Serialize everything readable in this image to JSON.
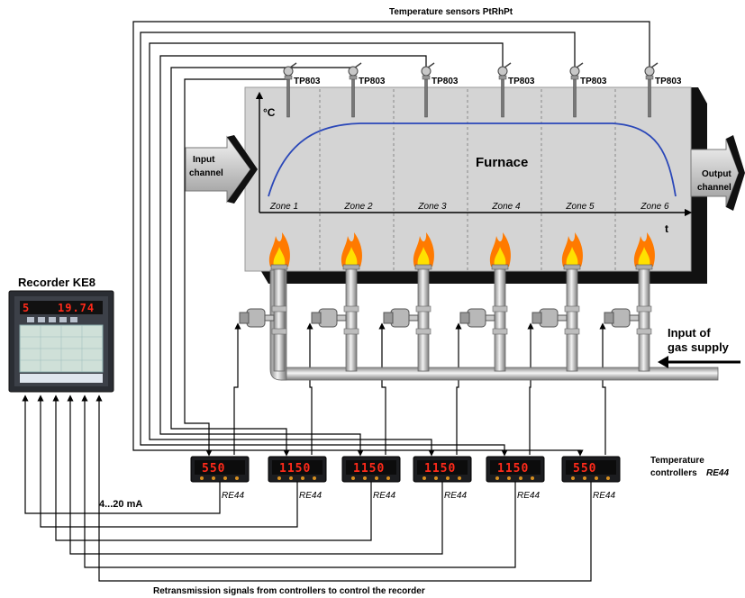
{
  "title_top": "Temperature sensors PtRhPt",
  "title_bottom": "Retransmission signals from controllers to control the recorder",
  "recorder": {
    "label": "Recorder KE8",
    "display_left": "5",
    "display_right": "19.74"
  },
  "furnace": {
    "label": "Furnace",
    "y_axis": "°C",
    "x_axis": "t",
    "input_label_1": "Input",
    "input_label_2": "channel",
    "output_label_1": "Output",
    "output_label_2": "channel",
    "zones": [
      "Zone 1",
      "Zone 2",
      "Zone 3",
      "Zone 4",
      "Zone 5",
      "Zone 6"
    ]
  },
  "sensors": [
    "TP803",
    "TP803",
    "TP803",
    "TP803",
    "TP803",
    "TP803"
  ],
  "gas_label_1": "Input of",
  "gas_label_2": "gas supply",
  "signal_label": "4...20 mA",
  "controllers_label_1": "Temperature",
  "controllers_label_2": "controllers",
  "controllers_label_3": "RE44",
  "controllers": [
    {
      "model": "RE44",
      "value": "550"
    },
    {
      "model": "RE44",
      "value": "1150"
    },
    {
      "model": "RE44",
      "value": "1150"
    },
    {
      "model": "RE44",
      "value": "1150"
    },
    {
      "model": "RE44",
      "value": "1150"
    },
    {
      "model": "RE44",
      "value": "550"
    }
  ],
  "colors": {
    "furnace_fill": "#d4d4d4",
    "furnace_shadow": "#111111",
    "curve": "#2a47b8",
    "led": "#ff2a1a",
    "flame_outer": "#ff7a00",
    "flame_inner": "#ffe000"
  }
}
